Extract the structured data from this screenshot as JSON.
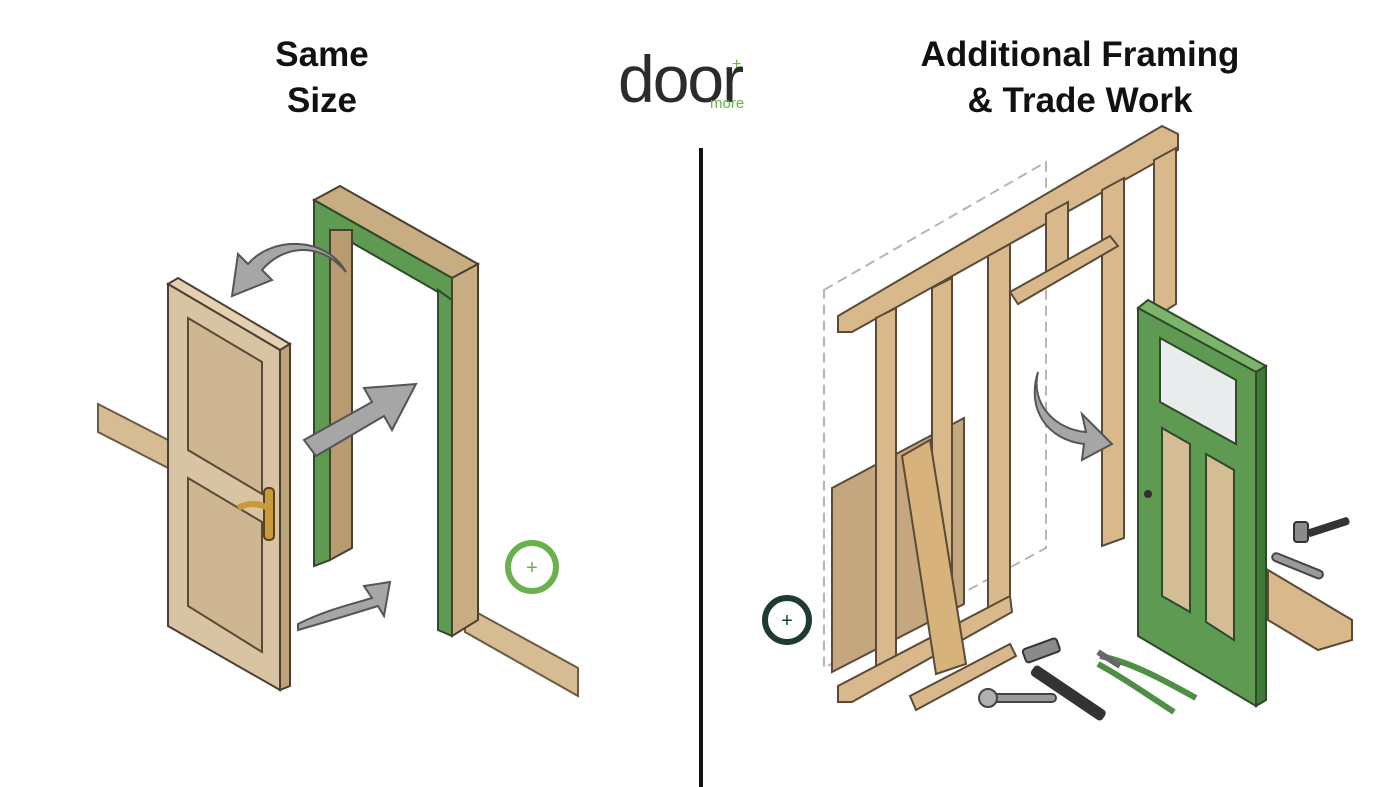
{
  "left_panel": {
    "title_line1": "Same",
    "title_line2": "Size"
  },
  "right_panel": {
    "title_line1": "Additional Framing",
    "title_line2": "& Trade Work"
  },
  "logo": {
    "word": "door",
    "sub": "more",
    "badge": "+"
  },
  "markers": {
    "left_plus": "+",
    "right_plus": "+"
  },
  "colors": {
    "frame_green": "#5e9a52",
    "door_tan": "#d8c4a2",
    "wood": "#d9b98c",
    "arrow_gray": "#a6a6a6",
    "accent_green": "#6ab04c",
    "dark_badge": "#1f3a33"
  }
}
